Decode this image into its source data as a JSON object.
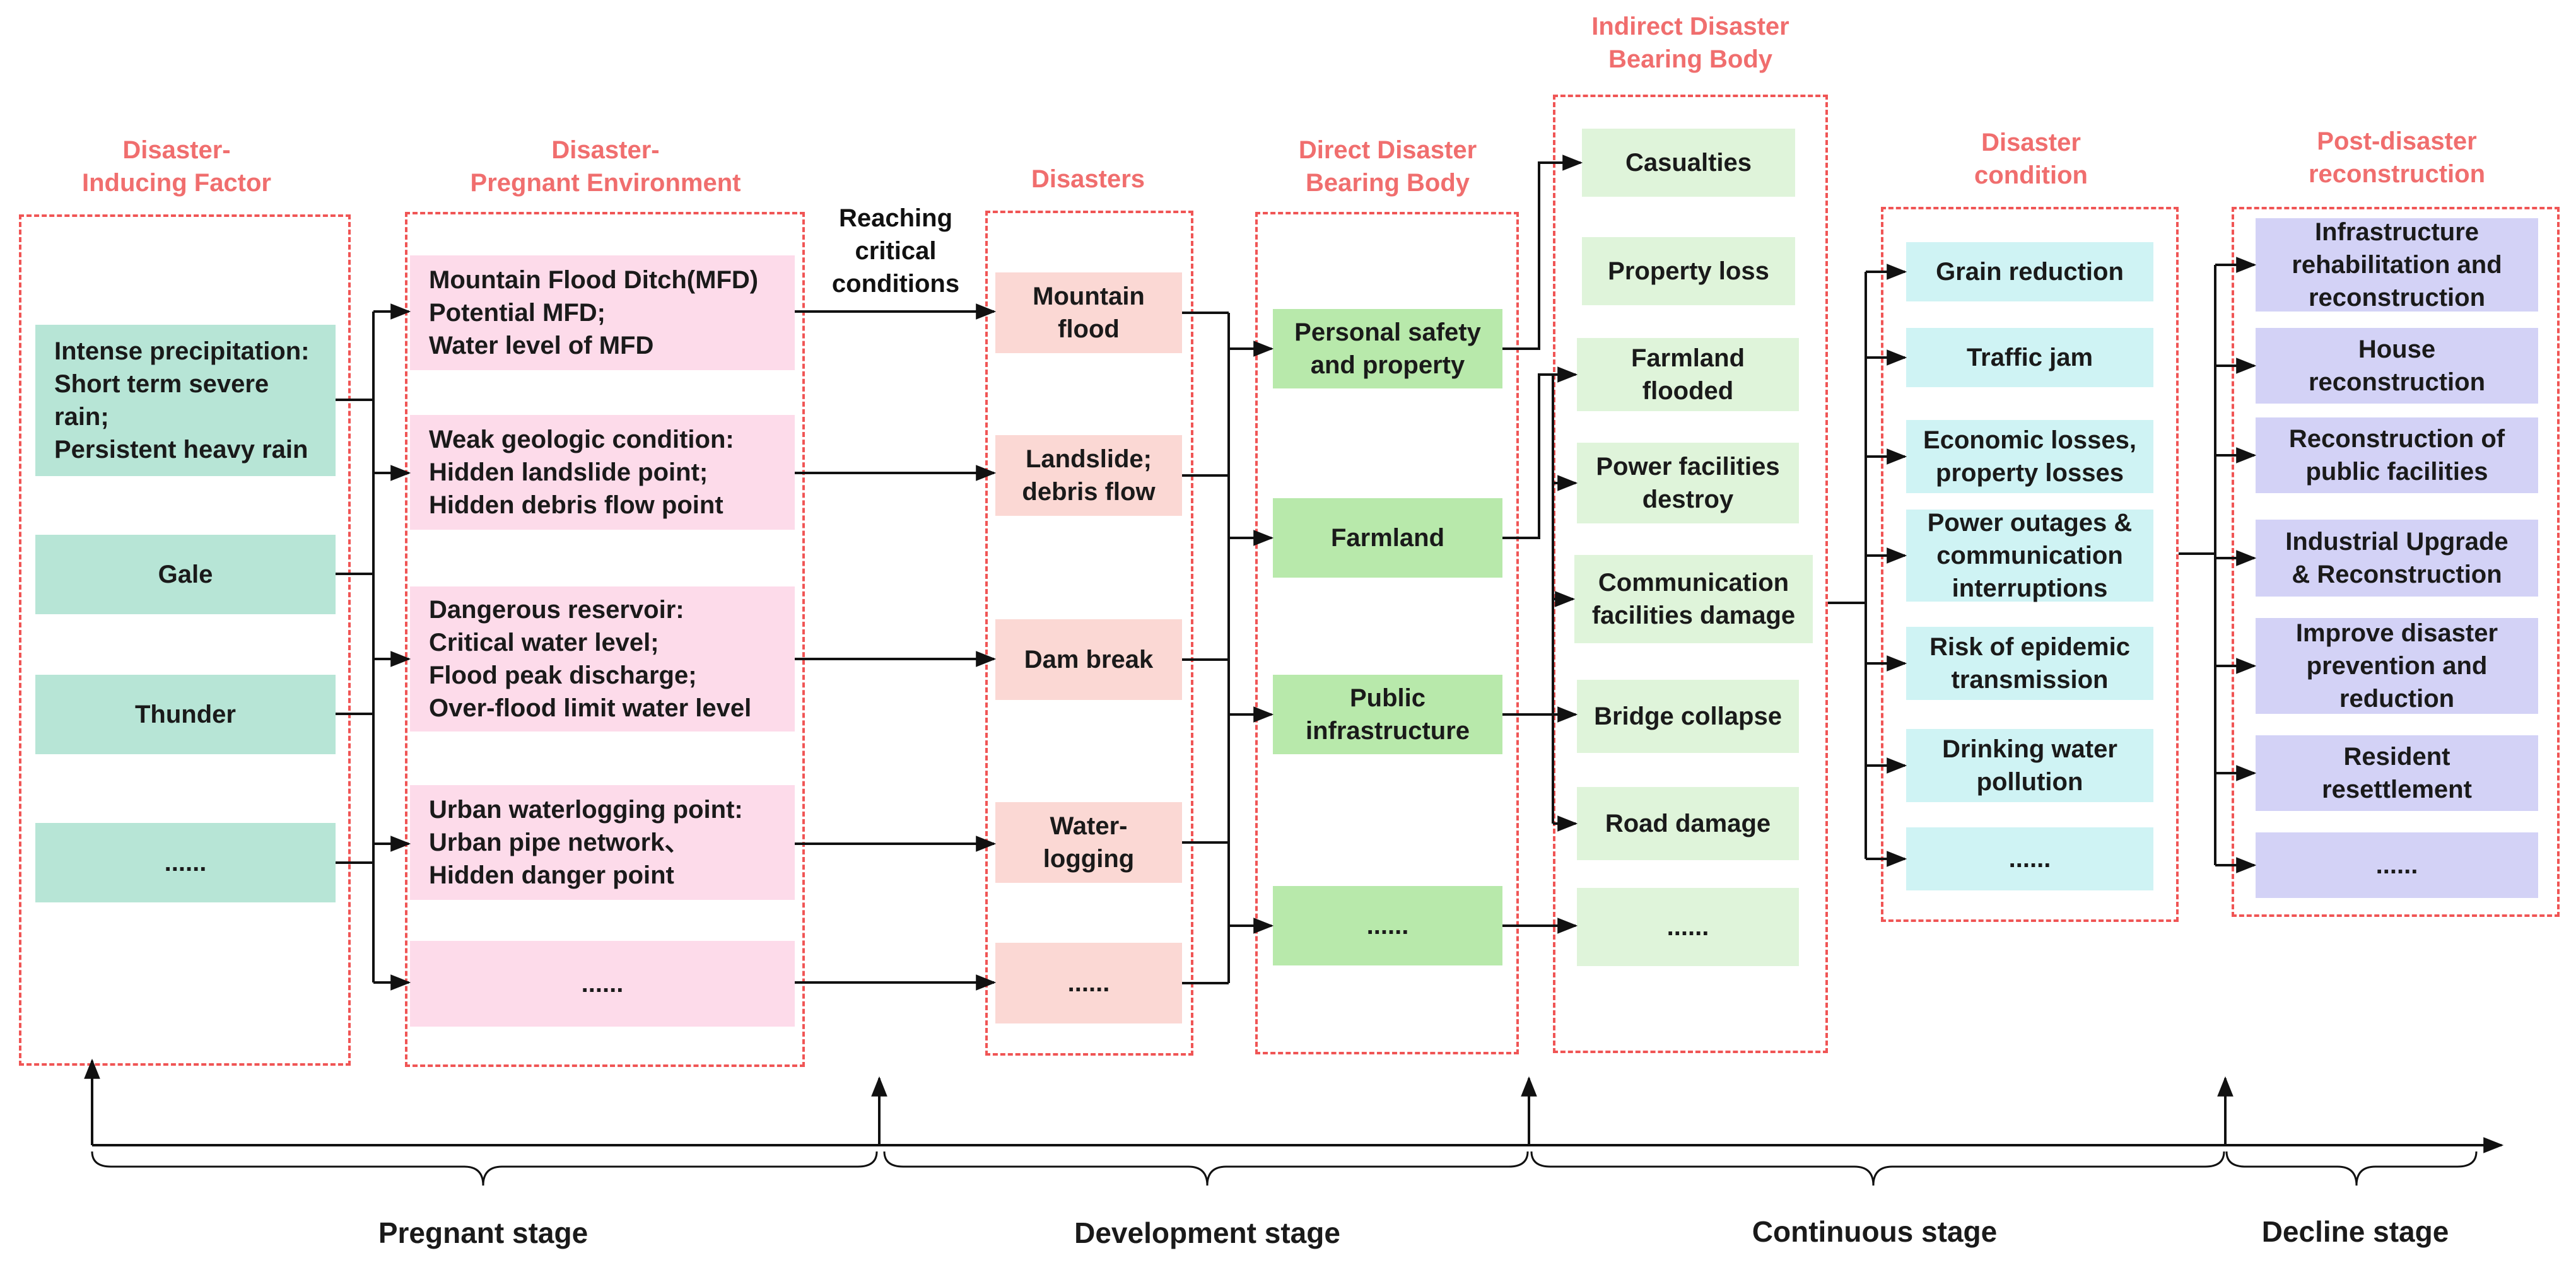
{
  "titles": {
    "inducing": "Disaster-\nInducing Factor",
    "pregnant": "Disaster-\nPregnant Environment",
    "disasters": "Disasters",
    "direct": "Direct Disaster\nBearing Body",
    "indirect": "Indirect Disaster\nBearing Body",
    "condition": "Disaster\ncondition",
    "post": "Post-disaster\nreconstruction"
  },
  "reaching_note": "Reaching\ncritical\nconditions",
  "inducing": [
    "Intense precipitation:\nShort term severe\nrain;\nPersistent heavy rain",
    "Gale",
    "Thunder",
    "......"
  ],
  "pregnant": [
    "Mountain Flood Ditch(MFD)\nPotential MFD;\nWater level of MFD",
    "Weak geologic condition:\nHidden landslide point;\nHidden debris flow point",
    "Dangerous reservoir:\nCritical water level;\nFlood peak discharge;\nOver-flood limit water level",
    "Urban waterlogging point:\nUrban pipe network、\nHidden danger point",
    "......"
  ],
  "disasters": [
    "Mountain\nflood",
    "Landslide;\ndebris flow",
    "Dam break",
    "Water-\nlogging",
    "......"
  ],
  "direct": [
    "Personal safety\nand property",
    "Farmland",
    "Public\ninfrastructure",
    "......"
  ],
  "indirect": [
    "Casualties",
    "Property loss",
    "Farmland\nflooded",
    "Power facilities\ndestroy",
    "Communication\nfacilities damage",
    "Bridge collapse",
    "Road damage",
    "......"
  ],
  "condition": [
    "Grain reduction",
    "Traffic jam",
    "Economic losses,\nproperty losses",
    "Power outages &\ncommunication\ninterruptions",
    "Risk of epidemic\ntransmission",
    "Drinking water\npollution",
    "......"
  ],
  "post": [
    "Infrastructure\nrehabilitation and\nreconstruction",
    "House\nreconstruction",
    "Reconstruction of\npublic facilities",
    "Industrial Upgrade\n& Reconstruction",
    "Improve  disaster\nprevention and\nreduction",
    "Resident\nresettlement",
    "......"
  ],
  "stages": [
    "Pregnant stage",
    "Development stage",
    "Continuous stage",
    "Decline stage"
  ],
  "colors": {
    "title": "#f06e6e",
    "dashed_border": "#f05555",
    "inducing_fill": "#b7e5d6",
    "pregnant_fill": "#fddbea",
    "disaster_fill": "#fbd8d4",
    "direct_fill": "#b8e9ab",
    "indirect_fill": "#dff4da",
    "condition_fill": "#cff3f4",
    "post_fill": "#d3d2f6"
  }
}
